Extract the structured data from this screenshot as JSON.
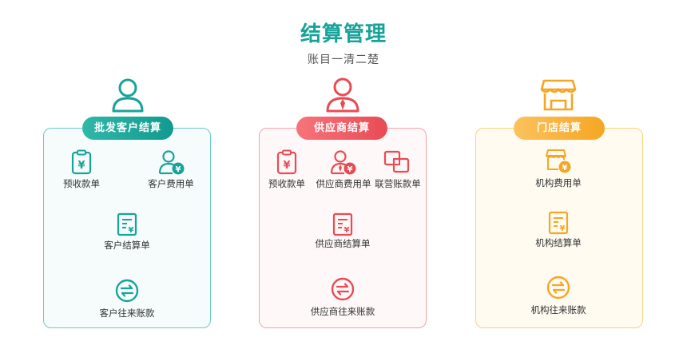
{
  "header": {
    "title": "结算管理",
    "subtitle": "账目一清二楚"
  },
  "colors": {
    "green": "#17a39a",
    "red": "#e94b55",
    "yellow": "#f6a623"
  },
  "panels": [
    {
      "badge": "批发客户结算",
      "top_icon": "person-icon",
      "items": [
        "预收款单",
        "客户费用单",
        "客户结算单",
        "客户往来账款"
      ]
    },
    {
      "badge": "供应商结算",
      "top_icon": "businessman-icon",
      "items": [
        "预收款单",
        "供应商费用单",
        "联营账款单",
        "供应商结算单",
        "供应商往来账款"
      ]
    },
    {
      "badge": "门店结算",
      "top_icon": "store-icon",
      "items": [
        "机构费用单",
        "机构结算单",
        "机构往来账款"
      ]
    }
  ]
}
